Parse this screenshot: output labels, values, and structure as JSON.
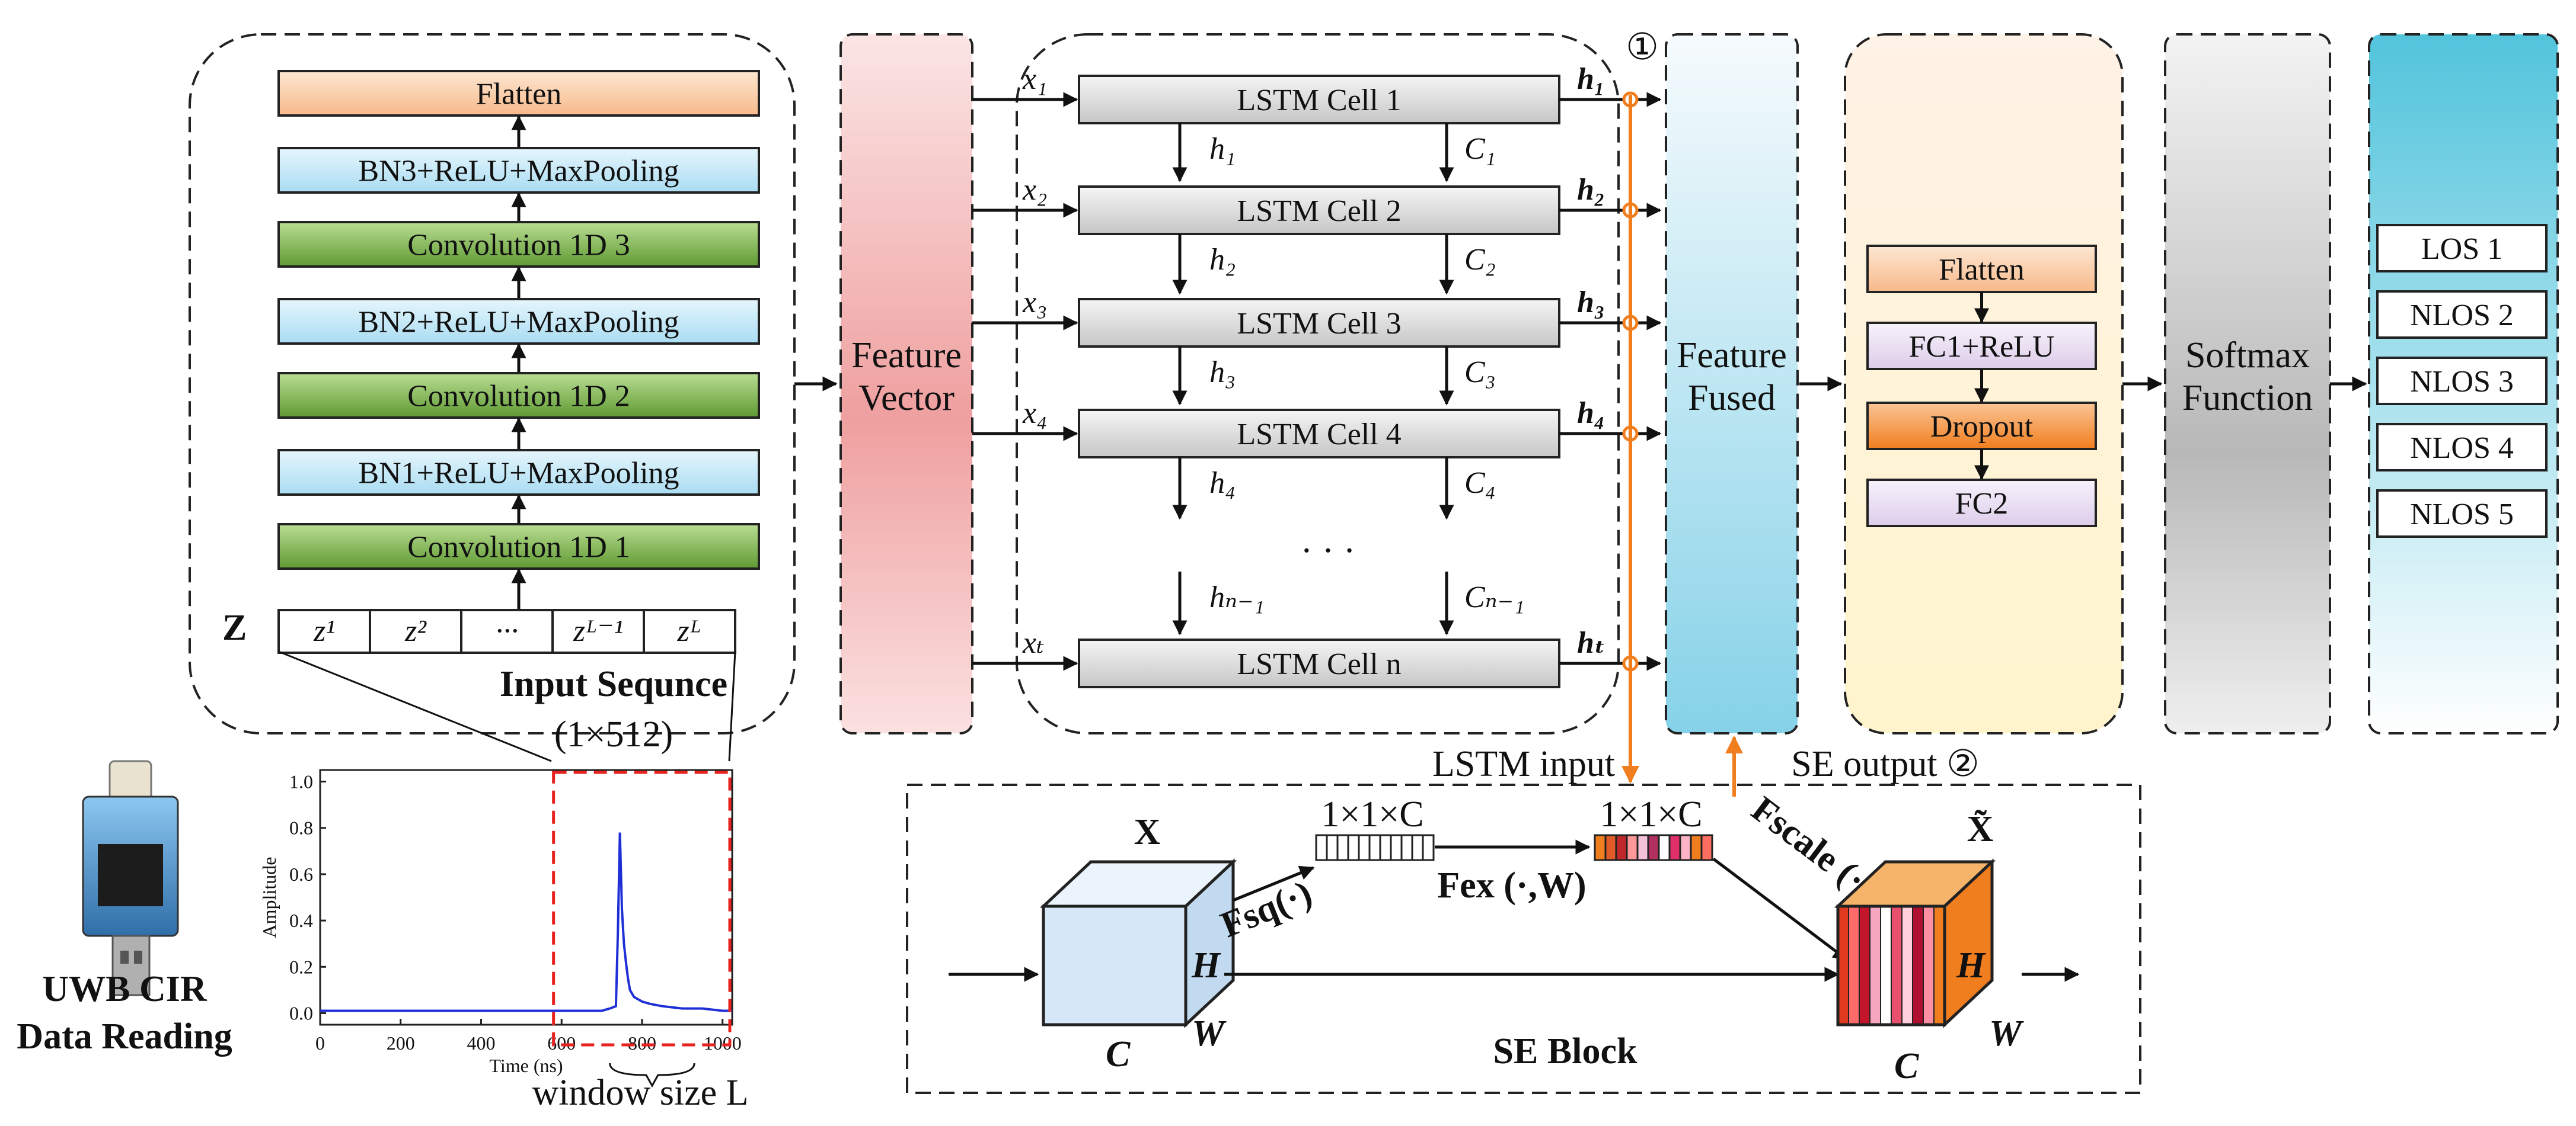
{
  "cnn": {
    "layers": [
      "Flatten",
      "BN3+ReLU+MaxPooling",
      "Convolution 1D  3",
      "BN2+ReLU+MaxPooling",
      "Convolution 1D  2",
      "BN1+ReLU+MaxPooling",
      "Convolution 1D  1"
    ],
    "z_label": "Z",
    "z_cells": [
      "z¹",
      "z²",
      "···",
      "zᴸ⁻¹",
      "zᴸ"
    ],
    "input_title": "Input Sequnce",
    "input_size": "(1×512)"
  },
  "feature_vector": "Feature Vector",
  "lstm": {
    "cells": [
      "LSTM Cell   1",
      "LSTM Cell   2",
      "LSTM Cell   3",
      "LSTM Cell   4",
      "LSTM Cell   n"
    ],
    "inputs": [
      "x₁",
      "x₂",
      "x₃",
      "x₄",
      "xₜ"
    ],
    "outputs": [
      "h₁",
      "h₂",
      "h₃",
      "h₄",
      "hₜ"
    ],
    "h_between": [
      "h₁",
      "h₂",
      "h₃",
      "h₄",
      "hₙ₋₁"
    ],
    "c_between": [
      "C₁",
      "C₂",
      "C₃",
      "C₄",
      "Cₙ₋₁"
    ],
    "ellipsis": "· · ·",
    "marker1": "①"
  },
  "feature_fused": "Feature Fused",
  "classifier": [
    "Flatten",
    "FC1+ReLU",
    "Dropout",
    "FC2"
  ],
  "softmax": "Softmax Function",
  "outputs": [
    "LOS 1",
    "NLOS 2",
    "NLOS 3",
    "NLOS 4",
    "NLOS 5"
  ],
  "lstm_input_label": "LSTM input",
  "se_output_label": "SE output ②",
  "se": {
    "x_label": "X",
    "x_tilde_label": "X̃",
    "h_label": "H",
    "w_label": "W",
    "c_label": "C",
    "fsq": "Fsq(·)",
    "vec_label": "1×1×C",
    "vec2_label": "1×1×C",
    "fex": "Fex (·,W)",
    "fscale": "Fscale (·,·)",
    "title": "SE  Block"
  },
  "device_label": [
    "UWB CIR",
    "Data Reading"
  ],
  "window_label": "window size L",
  "colors": {
    "orange": "#f07e1e",
    "red_dash": "#e8231f",
    "signal": "#1f2fd6"
  },
  "chart_data": {
    "type": "line",
    "xlabel": "Time (ns)",
    "ylabel": "Amplitude",
    "xlim": [
      0,
      1024
    ],
    "ylim": [
      0,
      1.0
    ],
    "xticks": [
      0,
      200,
      400,
      600,
      800,
      1000
    ],
    "yticks": [
      0.0,
      0.2,
      0.4,
      0.6,
      0.8,
      1.0
    ],
    "x": [
      0,
      100,
      200,
      300,
      400,
      500,
      600,
      700,
      720,
      735,
      740,
      745,
      750,
      755,
      760,
      765,
      770,
      780,
      790,
      800,
      820,
      850,
      900,
      950,
      1000,
      1024
    ],
    "y": [
      0.01,
      0.01,
      0.01,
      0.01,
      0.01,
      0.01,
      0.01,
      0.01,
      0.02,
      0.03,
      0.35,
      0.78,
      0.45,
      0.3,
      0.22,
      0.15,
      0.1,
      0.07,
      0.06,
      0.05,
      0.04,
      0.03,
      0.02,
      0.02,
      0.01,
      0.01
    ],
    "window": [
      580,
      1024
    ]
  }
}
